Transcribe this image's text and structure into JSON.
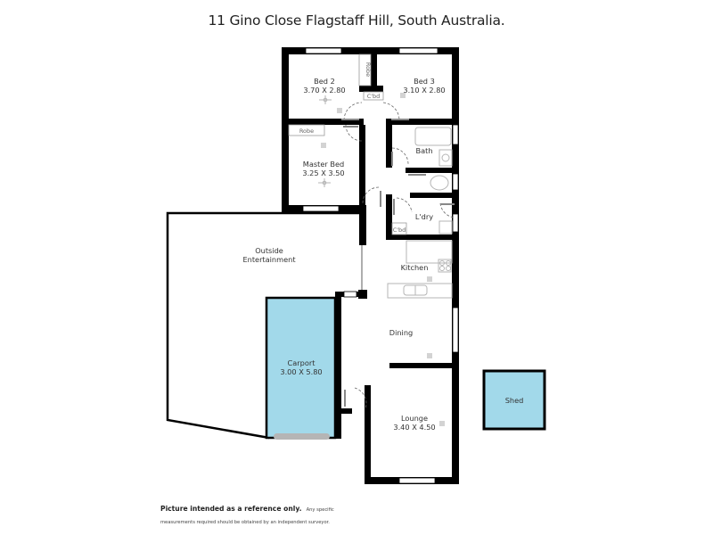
{
  "header": {
    "title": "11 Gino Close Flagstaff Hill, South Australia."
  },
  "colors": {
    "wall": "#000000",
    "fill_covered": "#a2d9ea",
    "fixture_stroke": "#b5b5b5",
    "text": "#333333"
  },
  "rooms": {
    "bed2": {
      "name": "Bed 2",
      "size": "3.70 X 2.80"
    },
    "bed3": {
      "name": "Bed 3",
      "size": "3.10 X 2.80"
    },
    "master": {
      "name": "Master Bed",
      "size": "3.25 X 3.50"
    },
    "bath": {
      "name": "Bath"
    },
    "laundry": {
      "name": "L'dry"
    },
    "outside": {
      "name_line1": "Outside",
      "name_line2": "Entertainment"
    },
    "kitchen": {
      "name": "Kitchen"
    },
    "dining": {
      "name": "Dining"
    },
    "carport": {
      "name": "Carport",
      "size": "3.00 X 5.80"
    },
    "lounge": {
      "name": "Lounge",
      "size": "3.40 X 4.50"
    },
    "shed": {
      "name": "Shed"
    }
  },
  "storage": {
    "robe_bed2": "Robe",
    "cbd_hall": "C'bd",
    "robe_master": "Robe",
    "cbd_laundry": "C'bd"
  },
  "footer": {
    "disclaimer_bold": "Picture intended as a reference only.",
    "disclaimer_rest_1": "Any specific",
    "disclaimer_rest_2": "measurements required should be obtained by an independent surveyor."
  }
}
